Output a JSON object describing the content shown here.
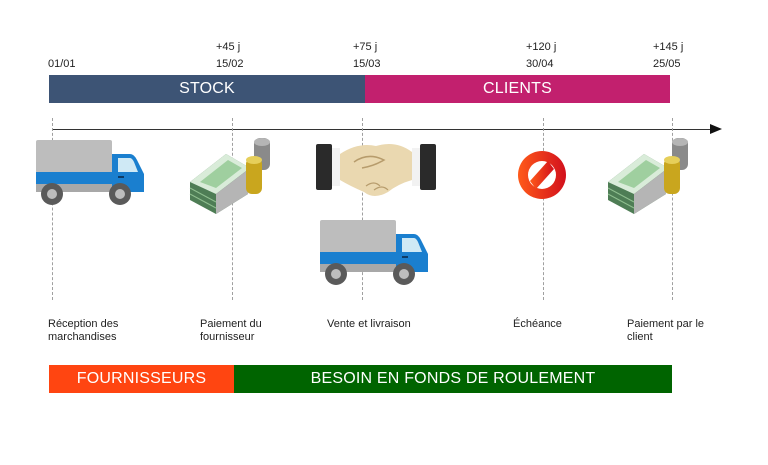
{
  "timeline": {
    "ticks": [
      {
        "offset": "",
        "date": "01/01"
      },
      {
        "offset": "+45 j",
        "date": "15/02"
      },
      {
        "offset": "+75 j",
        "date": "15/03"
      },
      {
        "offset": "+120 j",
        "date": "30/04"
      },
      {
        "offset": "+145 j",
        "date": "25/05"
      }
    ],
    "top_bands": [
      {
        "label": "STOCK",
        "color": "#3d5475"
      },
      {
        "label": "CLIENTS",
        "color": "#c2206e"
      }
    ],
    "bottom_bands": [
      {
        "label": "FOURNISSEURS",
        "color": "#ff4511"
      },
      {
        "label": "BESOIN EN FONDS DE ROULEMENT",
        "color": "#006400"
      }
    ],
    "events": [
      {
        "label": "Réception des\nmarchandises",
        "icon": "delivery-truck-icon"
      },
      {
        "label": "Paiement du\nfournisseur",
        "icon": "money-stack-icon"
      },
      {
        "label": "Vente et livraison",
        "icon": "handshake-icon"
      },
      {
        "label": "Échéance",
        "icon": "prohibited-icon"
      },
      {
        "label": "Paiement par le\nclient",
        "icon": "money-stack-icon"
      }
    ]
  },
  "colors": {
    "truck_blue": "#1a7fcf",
    "truck_gray": "#b8b8b8",
    "money_green": "#5f8f66",
    "coin_gold": "#c9a61e",
    "coin_silver": "#8a8a8a",
    "stop_red": "#e0251b"
  }
}
